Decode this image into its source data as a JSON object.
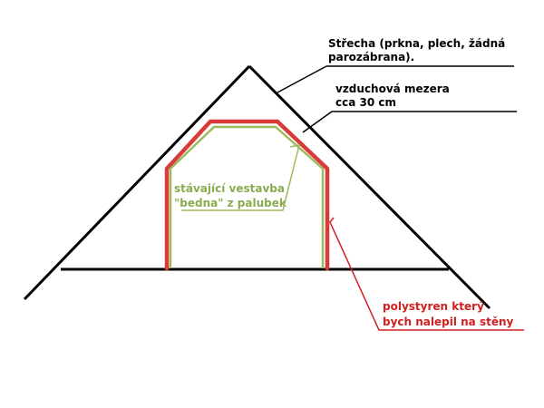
{
  "labels": {
    "roof_line1": "Střecha (prkna, plech, žádná",
    "roof_line2": "parozábrana).",
    "gap_line1": "vzduchová mezera",
    "gap_line2": "cca 30 cm",
    "existing_line1": "stávající vestavba",
    "existing_line2": "\"bedna\" z palubek",
    "poly_line1": "polystyren který",
    "poly_line2": "bych nalepil na stěny"
  },
  "colors": {
    "black": "#000000",
    "red": "#d93a3a",
    "green": "#9cba5e",
    "label_green": "#8aab4f",
    "label_red": "#d22020"
  }
}
